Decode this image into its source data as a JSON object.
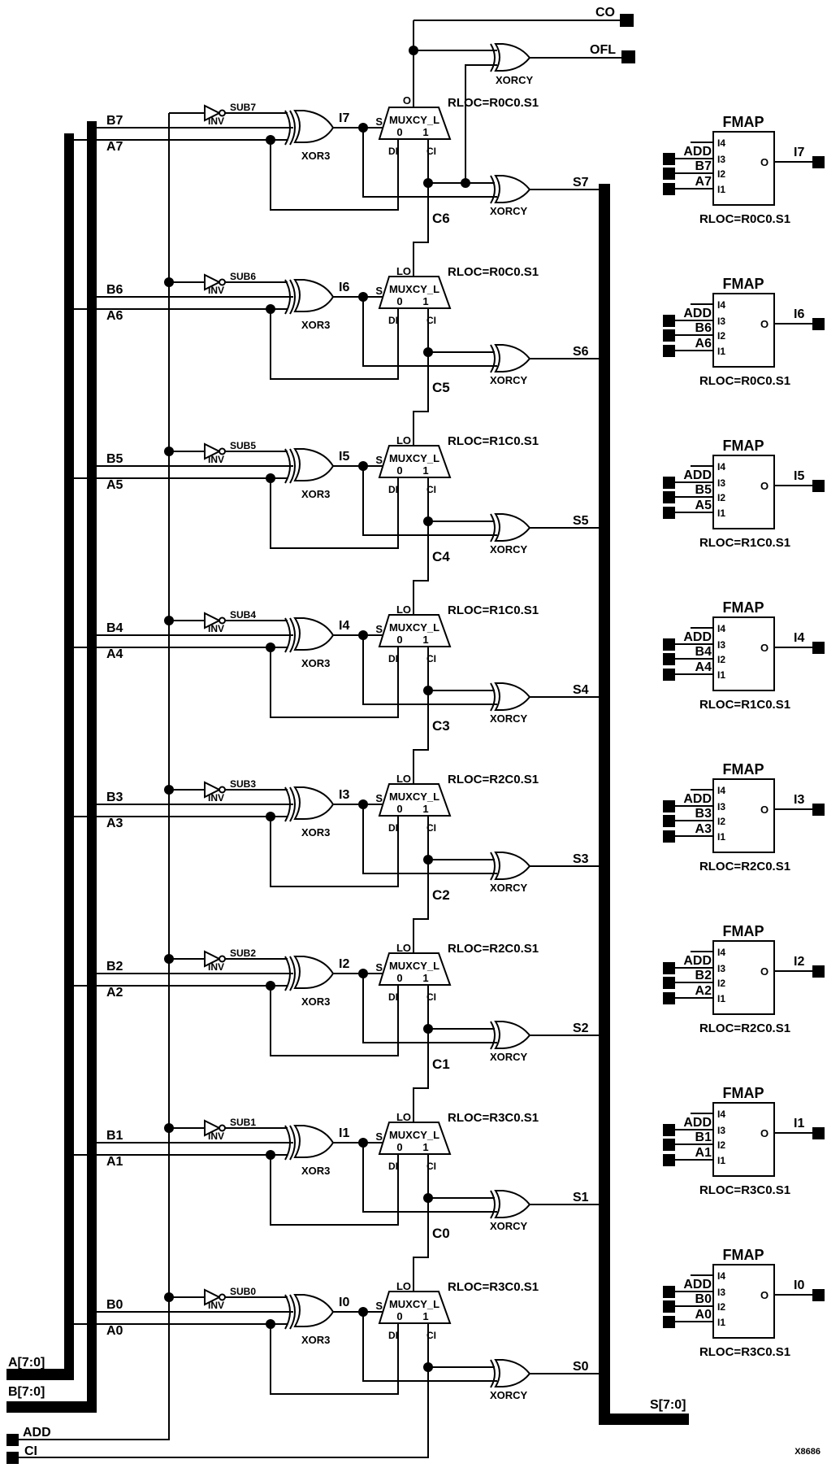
{
  "io": {
    "co_label": "CO",
    "ofl_label": "OFL",
    "a_bus_label": "A[7:0]",
    "b_bus_label": "B[7:0]",
    "add_label": "ADD",
    "ci_label": "CI",
    "s_bus_label": "S[7:0]",
    "figure_label": "X8686"
  },
  "symbols": {
    "inv": "INV",
    "xor3": "XOR3",
    "xorcy": "XORCY",
    "muxcy": "MUXCY_L",
    "fmap": "FMAP",
    "mux_s": "S",
    "mux_di": "DI",
    "mux_ci": "CI",
    "mux_in0": "0",
    "mux_in1": "1",
    "fmap_pin_i4": "I4",
    "fmap_pin_i3": "I3",
    "fmap_pin_i2": "I2",
    "fmap_pin_i1": "I1",
    "fmap_out_pin": "O"
  },
  "rows": [
    {
      "bit": 7,
      "b_label": "B7",
      "a_label": "A7",
      "sub_label": "SUB7",
      "i_label": "I7",
      "s_label": "S7",
      "carry_label": "C6",
      "rloc": "RLOC=R0C0.S1",
      "top_pin": "O"
    },
    {
      "bit": 6,
      "b_label": "B6",
      "a_label": "A6",
      "sub_label": "SUB6",
      "i_label": "I6",
      "s_label": "S6",
      "carry_label": "C5",
      "rloc": "RLOC=R0C0.S1",
      "top_pin": "LO"
    },
    {
      "bit": 5,
      "b_label": "B5",
      "a_label": "A5",
      "sub_label": "SUB5",
      "i_label": "I5",
      "s_label": "S5",
      "carry_label": "C4",
      "rloc": "RLOC=R1C0.S1",
      "top_pin": "LO"
    },
    {
      "bit": 4,
      "b_label": "B4",
      "a_label": "A4",
      "sub_label": "SUB4",
      "i_label": "I4",
      "s_label": "S4",
      "carry_label": "C3",
      "rloc": "RLOC=R1C0.S1",
      "top_pin": "LO"
    },
    {
      "bit": 3,
      "b_label": "B3",
      "a_label": "A3",
      "sub_label": "SUB3",
      "i_label": "I3",
      "s_label": "S3",
      "carry_label": "C2",
      "rloc": "RLOC=R2C0.S1",
      "top_pin": "LO"
    },
    {
      "bit": 2,
      "b_label": "B2",
      "a_label": "A2",
      "sub_label": "SUB2",
      "i_label": "I2",
      "s_label": "S2",
      "carry_label": "C1",
      "rloc": "RLOC=R2C0.S1",
      "top_pin": "LO"
    },
    {
      "bit": 1,
      "b_label": "B1",
      "a_label": "A1",
      "sub_label": "SUB1",
      "i_label": "I1",
      "s_label": "S1",
      "carry_label": "C0",
      "rloc": "RLOC=R3C0.S1",
      "top_pin": "LO"
    },
    {
      "bit": 0,
      "b_label": "B0",
      "a_label": "A0",
      "sub_label": "SUB0",
      "i_label": "I0",
      "s_label": "S0",
      "carry_label": null,
      "rloc": "RLOC=R3C0.S1",
      "top_pin": "LO"
    }
  ],
  "fmaps": [
    {
      "out_label": "I7",
      "in_add": "ADD",
      "in_b": "B7",
      "in_a": "A7",
      "rloc": "RLOC=R0C0.S1"
    },
    {
      "out_label": "I6",
      "in_add": "ADD",
      "in_b": "B6",
      "in_a": "A6",
      "rloc": "RLOC=R0C0.S1"
    },
    {
      "out_label": "I5",
      "in_add": "ADD",
      "in_b": "B5",
      "in_a": "A5",
      "rloc": "RLOC=R1C0.S1"
    },
    {
      "out_label": "I4",
      "in_add": "ADD",
      "in_b": "B4",
      "in_a": "A4",
      "rloc": "RLOC=R1C0.S1"
    },
    {
      "out_label": "I3",
      "in_add": "ADD",
      "in_b": "B3",
      "in_a": "A3",
      "rloc": "RLOC=R2C0.S1"
    },
    {
      "out_label": "I2",
      "in_add": "ADD",
      "in_b": "B2",
      "in_a": "A2",
      "rloc": "RLOC=R2C0.S1"
    },
    {
      "out_label": "I1",
      "in_add": "ADD",
      "in_b": "B1",
      "in_a": "A1",
      "rloc": "RLOC=R3C0.S1"
    },
    {
      "out_label": "I0",
      "in_add": "ADD",
      "in_b": "B0",
      "in_a": "A0",
      "rloc": "RLOC=R3C0.S1"
    }
  ]
}
